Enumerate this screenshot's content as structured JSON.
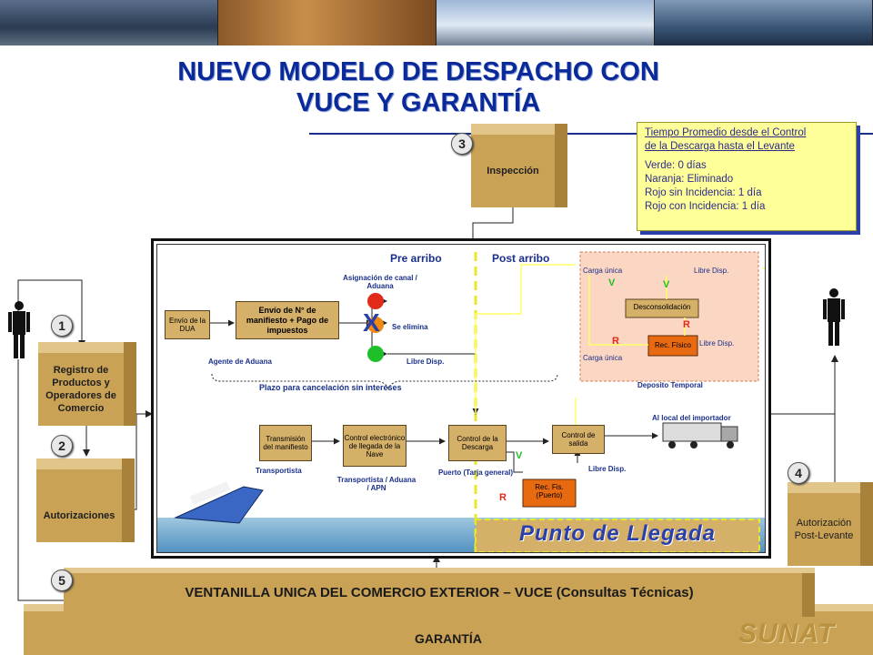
{
  "title": {
    "line1": "NUEVO MODELO DE DESPACHO CON",
    "line2": "VUCE  Y GARANTÍA"
  },
  "info": {
    "header1": "Tiempo Promedio desde el Control",
    "header2": "de la Descarga  hasta el Levante",
    "lines": [
      "Verde: 0 días",
      "Naranja:  Eliminado",
      "Rojo sin Incidencia: 1 día",
      "Rojo con Incidencia: 1 día"
    ]
  },
  "steps": {
    "s1": {
      "num": "1",
      "label": "Registro de Productos y Operadores de Comercio"
    },
    "s2": {
      "num": "2",
      "label": "Autorizaciones"
    },
    "s3": {
      "num": "3",
      "label": "Inspección"
    },
    "s4": {
      "num": "4",
      "label": "Autorización Post-Levante"
    },
    "s5": {
      "num": "5"
    }
  },
  "diagram": {
    "pre_arribo": "Pre arribo",
    "post_arribo": "Post arribo",
    "envio_dua": "Envío de la DUA",
    "envio_manifiesto": "Envío de N° de manifiesto + Pago de impuestos",
    "agente_aduana": "Agente de Aduana",
    "asignacion_canal": "Asignación de canal / Aduana",
    "se_elimina": "Se elimina",
    "libre_disp": "Libre Disp.",
    "plazo": "Plazo para cancelación sin intereses",
    "carga_unica": "Carga única",
    "desconsolidacion": "Desconsolidación",
    "rec_fisico": "Rec. Físico",
    "deposito_temporal": "Deposito Temporal",
    "al_local": "Al local del importador",
    "transmision": "Transmisión del manifiesto",
    "transportista": "Transportista",
    "control_electronico": "Control electrónico de llegada de la Nave",
    "transp_aduana_apn": "Transportista / Aduana / APN",
    "control_descarga": "Control de la Descarga",
    "puerto": "Puerto (Tarja general)",
    "control_salida": "Control de salida",
    "rec_fis_puerto": "Rec. Fis. (Puerto)",
    "punto_llegada": "Punto de Llegada",
    "v": "V",
    "r": "R",
    "x": "X"
  },
  "vuce": "VENTANILLA UNICA DEL COMERCIO EXTERIOR – VUCE (Consultas Técnicas)",
  "garantia": "GARANTÍA",
  "logo": "SUNAT",
  "colors": {
    "title": "#0b2a9a",
    "box": "#c9a256",
    "note": "#ffff99",
    "red": "#e02a1a",
    "green": "#1fbf2a",
    "orange": "#e86a10"
  }
}
